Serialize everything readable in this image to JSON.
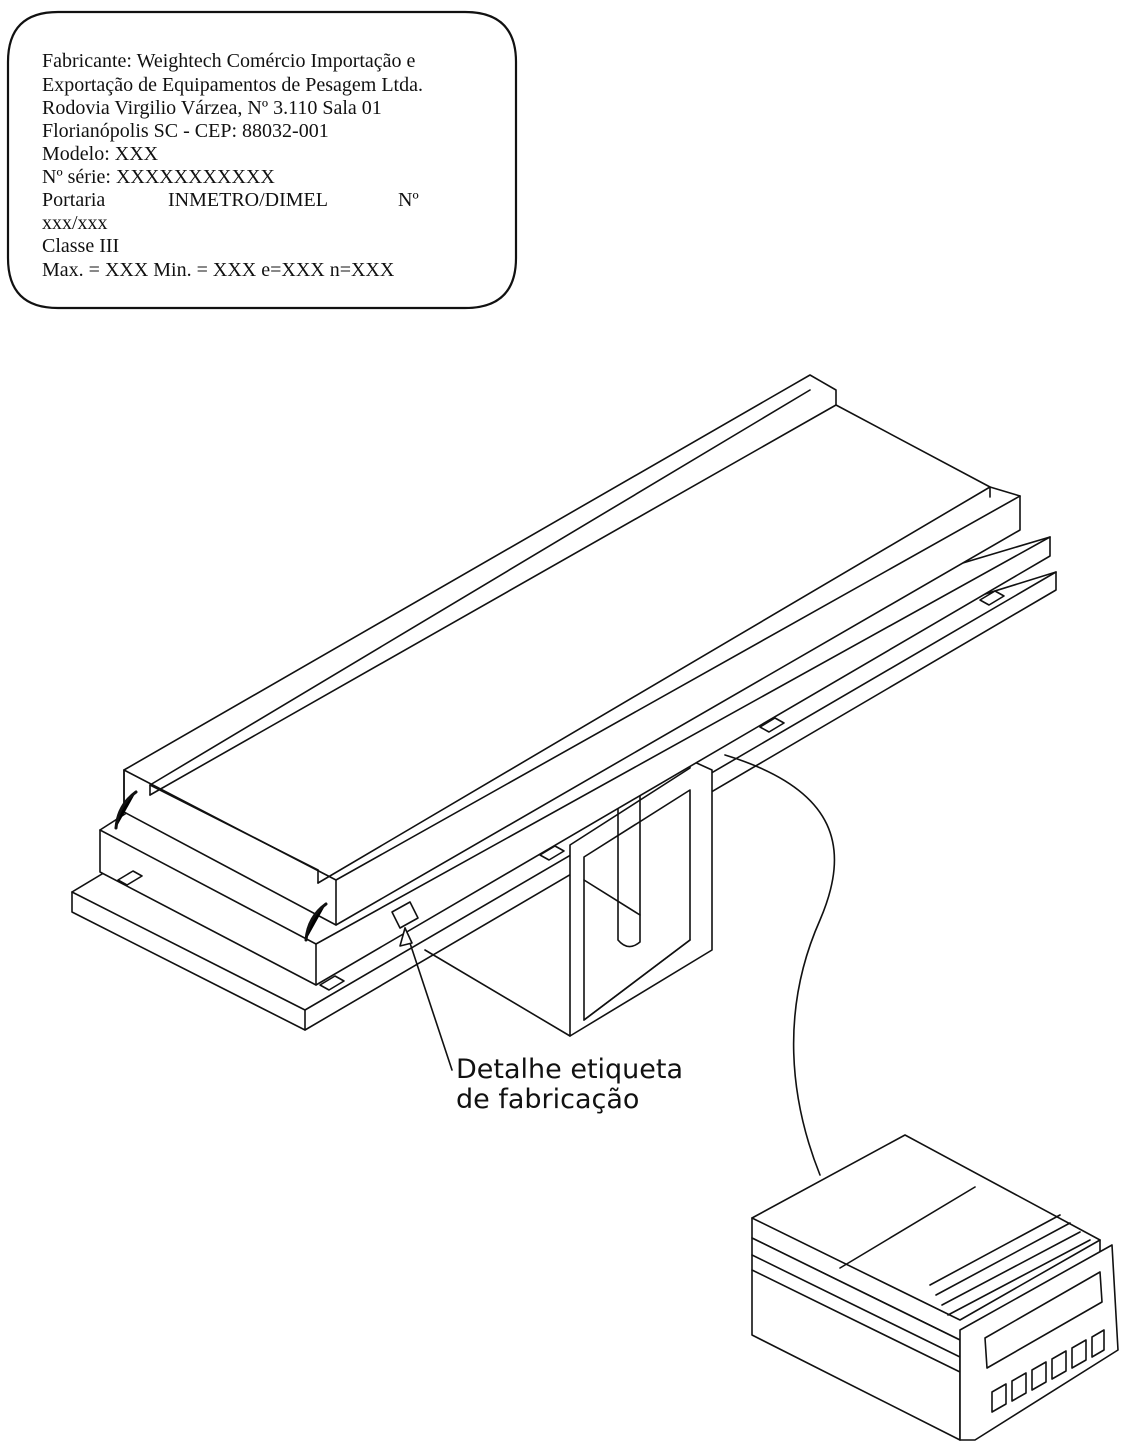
{
  "nameplate": {
    "lines": [
      "Fabricante: Weightech Comércio Importação e",
      "Exportação de Equipamentos de Pesagem Ltda.",
      "Rodovia Virgilio Várzea, Nº 3.110 Sala 01",
      "Florianópolis SC - CEP: 88032-001",
      "Modelo: XXX",
      "Nº série: XXXXXXXXXXX",
      "Portaria",
      "xxx/xxx",
      "Classe III",
      "Max. = XXX  Min. = XXX  e=XXX  n=XXX"
    ],
    "portaria_mid": "INMETRO/DIMEL",
    "portaria_end": "Nº"
  },
  "callout": {
    "line1": "Detalhe etiqueta",
    "line2": "de fabricação"
  }
}
